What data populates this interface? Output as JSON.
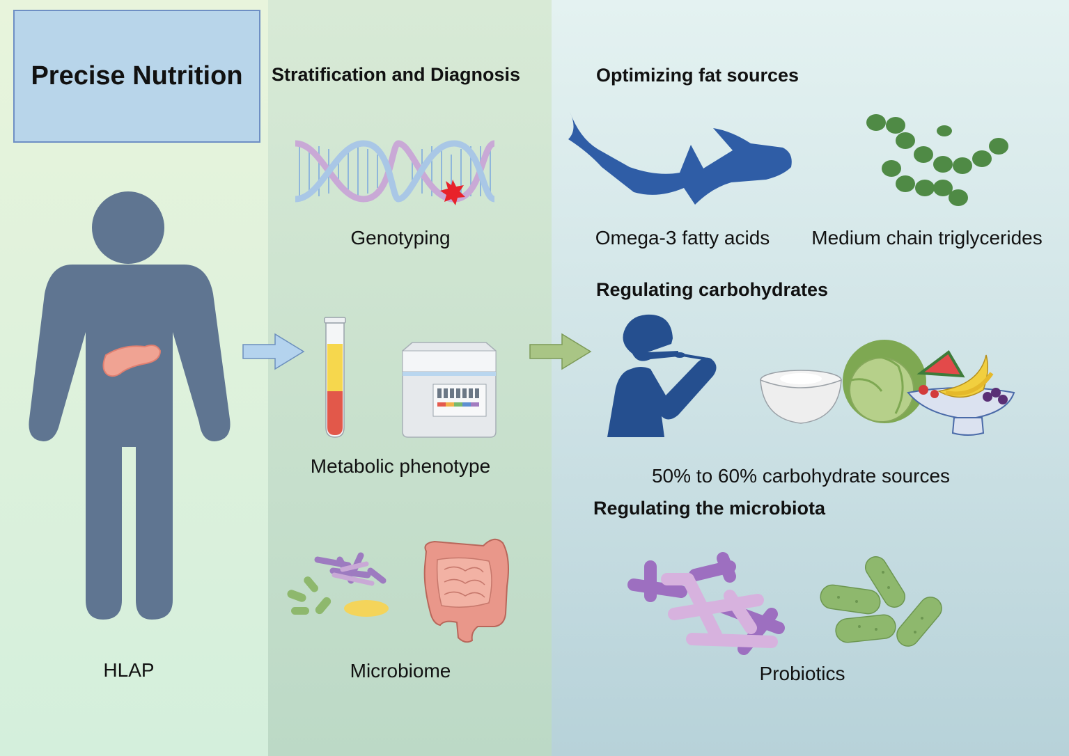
{
  "title": "Precise Nutrition",
  "left": {
    "person_label": "HLAP"
  },
  "middle": {
    "heading": "Stratification and Diagnosis",
    "genotyping": "Genotyping",
    "metabolic": "Metabolic phenotype",
    "microbiome": "Microbiome"
  },
  "right": {
    "fat_heading": "Optimizing fat sources",
    "omega3": "Omega-3 fatty acids",
    "mct": "Medium chain triglycerides",
    "carb_heading": "Regulating carbohydrates",
    "carb_label": "50% to 60% carbohydrate sources",
    "micro_heading": "Regulating the microbiota",
    "probiotics": "Probiotics"
  },
  "colors": {
    "person": "#5f7591",
    "fish": "#2f5da6",
    "mct_beads": "#4f8a45",
    "arrow_blue": "#b4d3ee",
    "arrow_green": "#a9c585",
    "eater": "#254f8f",
    "bifido": "#a27cc0",
    "bacilli": "#8eb86d"
  }
}
